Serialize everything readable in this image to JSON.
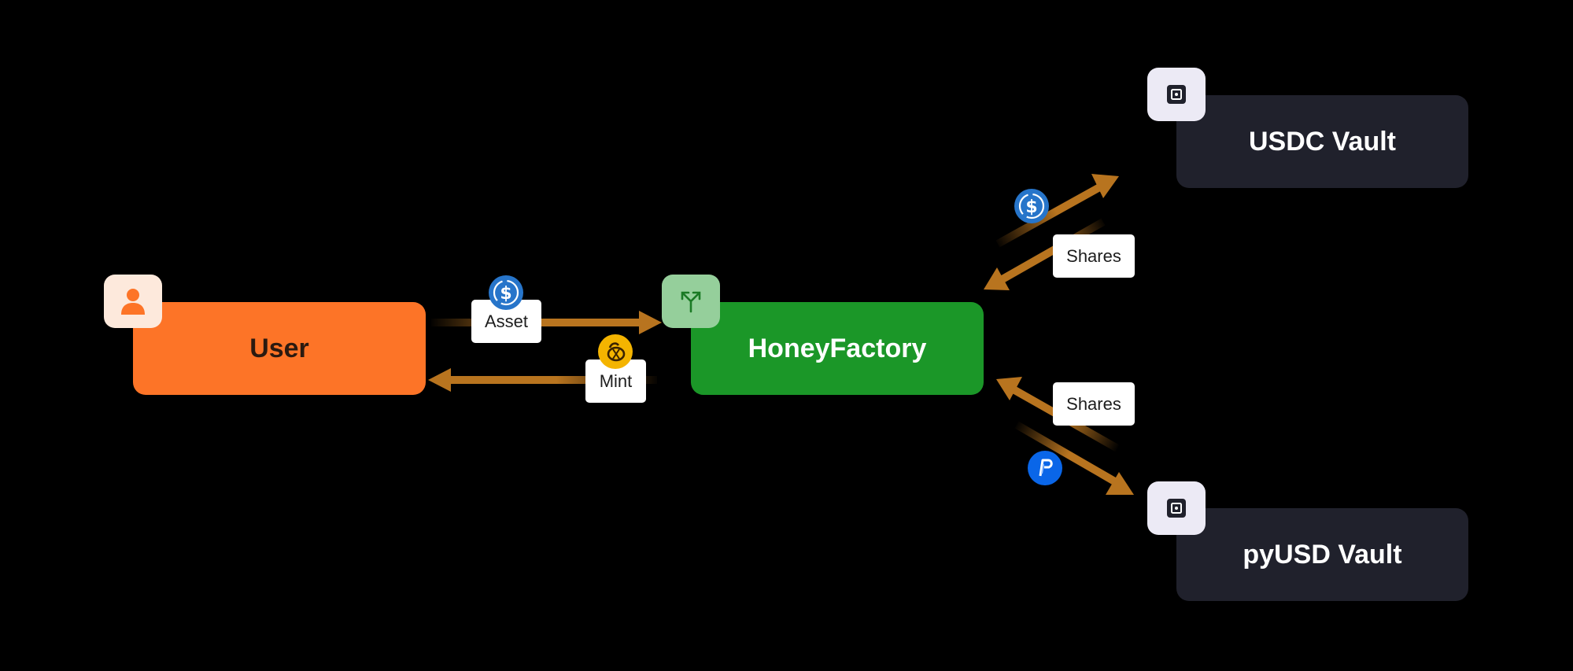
{
  "nodes": {
    "user": {
      "label": "User",
      "icon": "user-icon"
    },
    "factory": {
      "label": "HoneyFactory",
      "icon": "split-arrows-icon"
    },
    "usdc_vault": {
      "label": "USDC Vault",
      "icon": "vault-icon"
    },
    "pyusd_vault": {
      "label": "pyUSD Vault",
      "icon": "vault-icon"
    }
  },
  "edges": {
    "asset": {
      "label": "Asset",
      "token_icon": "usdc-icon"
    },
    "mint": {
      "label": "Mint",
      "token_icon": "honey-icon"
    },
    "usdc_shares": {
      "label": "Shares",
      "token_icon": "usdc-icon"
    },
    "pyusd_shares": {
      "label": "Shares",
      "token_icon": "pyusd-icon"
    }
  },
  "colors": {
    "background": "#000000",
    "user": "#fd7427",
    "factory": "#1b9728",
    "vault": "#20212c",
    "arrow": "#b8741f",
    "usdc": "#2775ca",
    "honey": "#f4b400",
    "pyusd": "#0a66e8"
  }
}
